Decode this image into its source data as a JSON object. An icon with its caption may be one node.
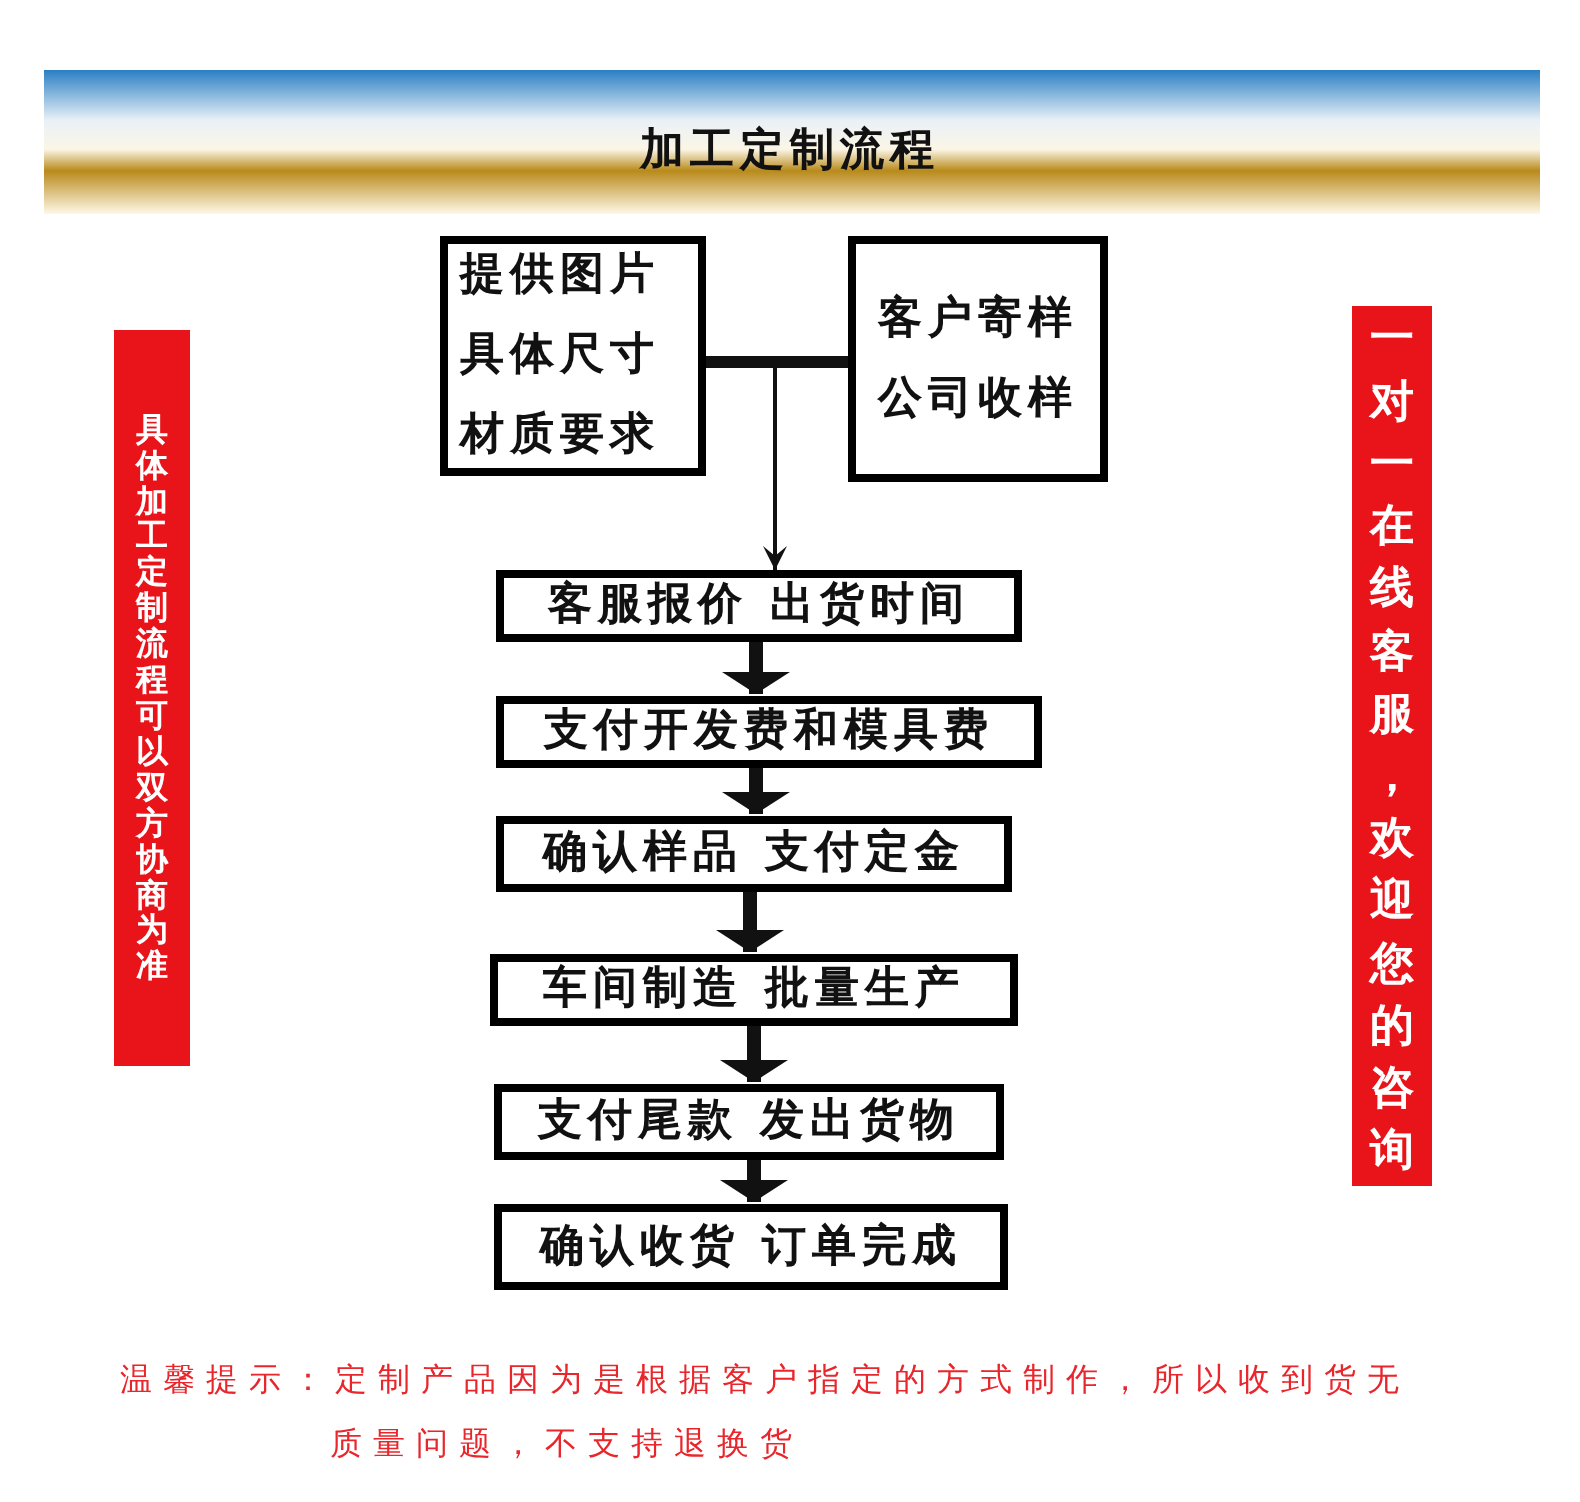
{
  "diagram": {
    "title": "加工定制流程",
    "nodes": [
      {
        "text": [
          "提供图片",
          "具体尺寸",
          "材质要求"
        ]
      },
      {
        "text": [
          "客户寄样",
          "公司收样"
        ]
      },
      {
        "text": [
          "客服报价 出货时间"
        ]
      },
      {
        "text": [
          "支付开发费和模具费"
        ]
      },
      {
        "text": [
          "确认样品 支付定金"
        ]
      },
      {
        "text": [
          "车间制造 批量生产"
        ]
      },
      {
        "text": [
          "支付尾款 发出货物"
        ]
      },
      {
        "text": [
          "确认收货 订单完成"
        ]
      },
      {
        "text": [
          "具体加工定制流程可以双方协商为准"
        ]
      },
      {
        "text": [
          "一对一在线客服，欢迎您的咨询"
        ]
      }
    ],
    "edges": [
      {
        "from": 0,
        "to": 2,
        "arrow": "to"
      },
      {
        "from": 1,
        "to": 2,
        "arrow": "to"
      },
      {
        "from": 2,
        "to": 3,
        "arrow": "to"
      },
      {
        "from": 3,
        "to": 4,
        "arrow": "to"
      },
      {
        "from": 4,
        "to": 5,
        "arrow": "to"
      },
      {
        "from": 5,
        "to": 6,
        "arrow": "to"
      },
      {
        "from": 6,
        "to": 7,
        "arrow": "to"
      }
    ],
    "labels": [
      "温馨提示：定制产品因为是根据客户指定的方式制作，所以收到货无质量问题，不支持退换货"
    ]
  }
}
